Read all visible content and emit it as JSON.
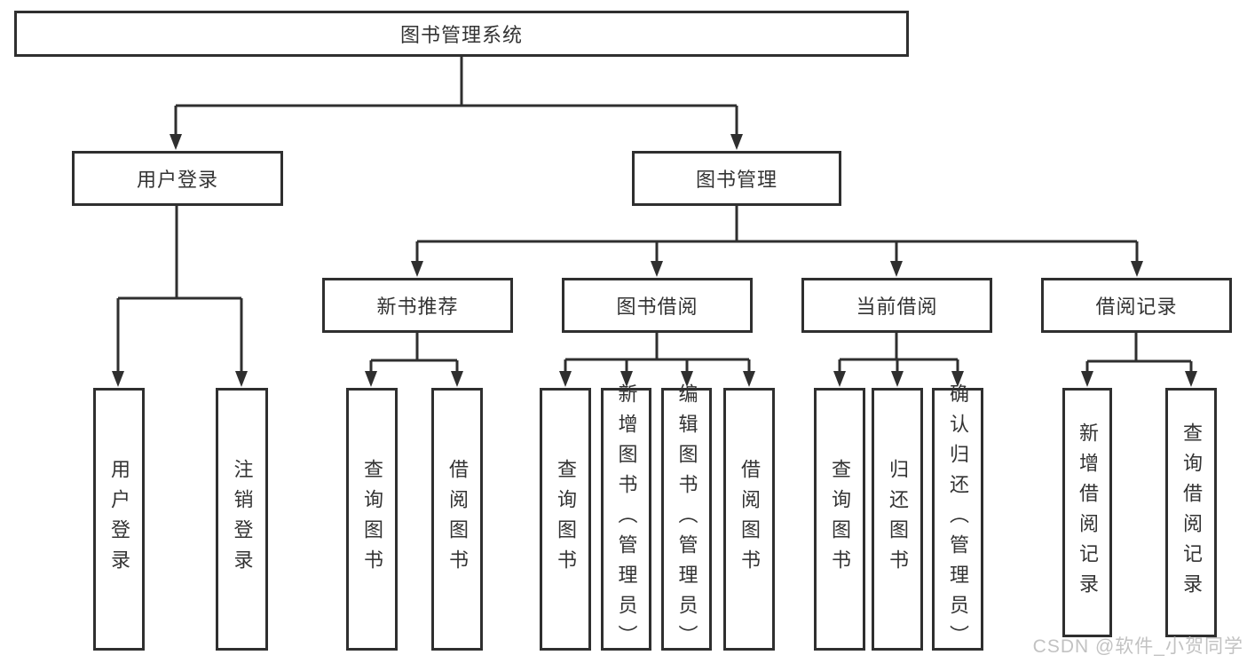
{
  "root": "图书管理系统",
  "level1": [
    "用户登录",
    "图书管理"
  ],
  "level2": [
    "新书推荐",
    "图书借阅",
    "当前借阅",
    "借阅记录"
  ],
  "leaves": {
    "user": [
      "用户登录",
      "注销登录"
    ],
    "recommend": [
      "查询图书",
      "借阅图书"
    ],
    "borrow": [
      "查询图书",
      "新增图书（管理员）",
      "编辑图书（管理员）",
      "借阅图书"
    ],
    "current": [
      "查询图书",
      "归还图书",
      "确认归还（管理员）"
    ],
    "records": [
      "新增借阅记录",
      "查询借阅记录"
    ]
  },
  "watermark": "CSDN @软件_小贺同学",
  "colors": {
    "line": "#2f2f2f",
    "text": "#333333",
    "watermark": "#c2c2c2",
    "background": "#ffffff"
  }
}
